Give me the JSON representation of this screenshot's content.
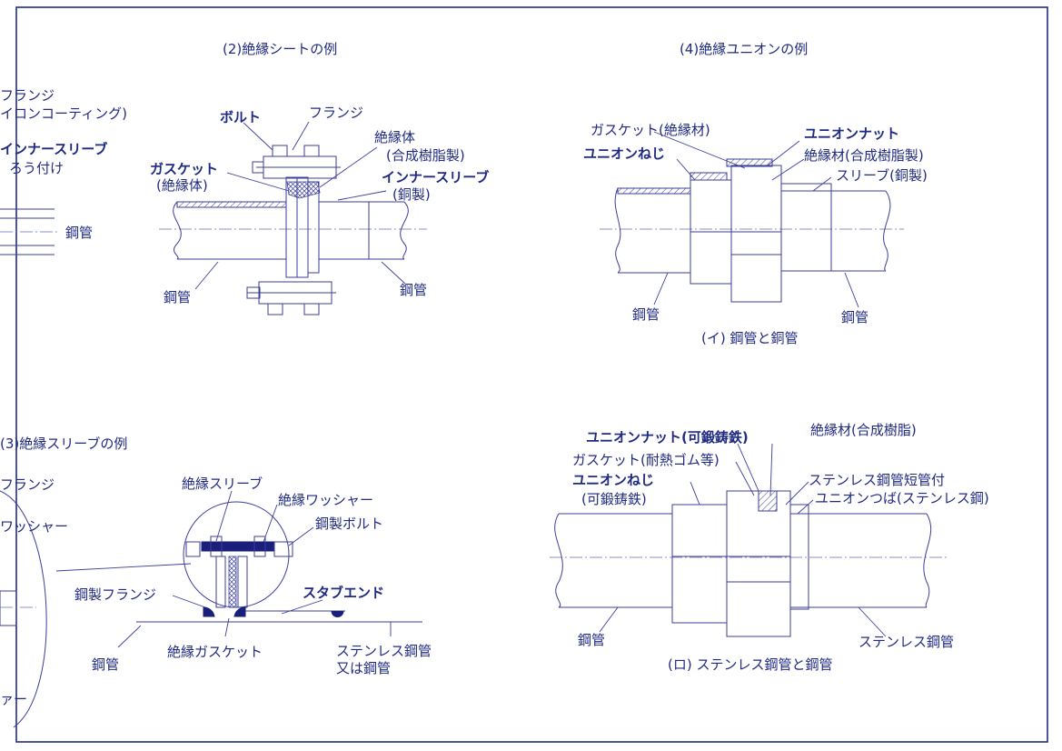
{
  "sheet": {
    "section2": {
      "title": "(2)絶縁シートの例",
      "labels": {
        "bolt": "ボルト",
        "flange": "フランジ",
        "insulator": "絶縁体",
        "resin": "(合成樹脂製)",
        "inner_sleeve": "インナースリーブ",
        "copper_made": "(銅製)",
        "gasket": "ガスケット",
        "gasket_insulator": "(絶縁体)",
        "pipe_left": "鋼管",
        "pipe_right": "鋼管"
      }
    },
    "section4": {
      "title": "(4)絶縁ユニオンの例",
      "a": {
        "gasket": "ガスケット(絶縁材)",
        "union_screw": "ユニオンねじ",
        "union_nut": "ユニオンナット",
        "insulation_resin": "絶縁材(合成樹脂製)",
        "sleeve": "スリーブ(銅製)",
        "pipe_left": "鋼管",
        "pipe_right": "鋼管",
        "caption": "(イ) 鋼管と銅管"
      },
      "b": {
        "union_nut": "ユニオンナット(可鍛鋳鉄)",
        "insulation": "絶縁材(合成樹脂)",
        "gasket": "ガスケット(耐熱ゴム等)",
        "union_screw": "ユニオンねじ",
        "malleable": "(可鍛鋳鉄)",
        "stainless_short": "ステンレス鋼管短管付",
        "union_collar": "ユニオンつば(ステンレス鋼)",
        "pipe_left": "鋼管",
        "pipe_right": "ステンレス鋼管",
        "caption": "(ロ) ステンレス鋼管と鋼管"
      }
    },
    "section3": {
      "title": "(3)絶縁スリーブの例",
      "labels": {
        "flange_partial": "フランジ",
        "washer_partial": "ワッシャー",
        "insul_sleeve": "絶縁スリーブ",
        "insul_washer": "絶縁ワッシャー",
        "steel_bolt": "鋼製ボルト",
        "steel_flange": "鋼製フランジ",
        "stub_end": "スタブエンド",
        "pipe": "鋼管",
        "insul_gasket": "絶縁ガスケット",
        "stainless": "ステンレス鋼管",
        "or_steel": "又は鋼管",
        "bottom_partial": "ァー"
      }
    },
    "section1_partial": {
      "flange": "フランジ",
      "lining": "イロンコーティング)",
      "inner_sleeve": "インナースリーブ",
      "brazed": "ろう付け",
      "pipe": "鋼管"
    }
  },
  "colors": {
    "ink": "#1f2a82",
    "line": "#3a3f9a"
  }
}
